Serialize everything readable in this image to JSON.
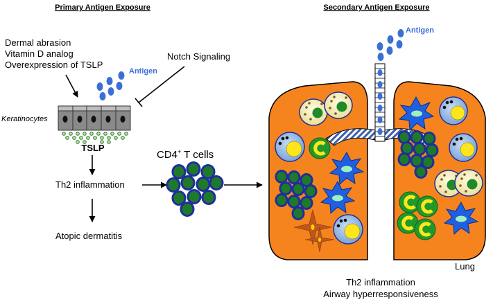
{
  "diagram": {
    "primary_heading": "Primary Antigen Exposure",
    "secondary_heading": "Secondary Antigen Exposure",
    "triggers": [
      "Dermal abrasion",
      "Vitamin D analog",
      "Overexpression of TSLP"
    ],
    "notch_label": "Notch Signaling",
    "antigen_label_left": "Antigen",
    "antigen_label_right": "Antigen",
    "keratinocytes_label": "Keratinocytes",
    "tslp_label": "TSLP",
    "th2_inflammation_label": "Th2 inflammation",
    "atopic_dermatitis_label": "Atopic dermatitis",
    "cd4_label": "CD4",
    "cd4_superscript": "+",
    "cd4_suffix": " T cells",
    "lung_label": "Lung",
    "outcome_lines": [
      "Th2 inflammation",
      "Airway hyperresponsiveness"
    ]
  },
  "colors": {
    "antigen": "#3b6fd8",
    "lung": "#f5841f",
    "tcell_outer": "#1f2f9a",
    "tcell_inner": "#1e7a2a",
    "eosinophil": "#f7efb8",
    "dendritic": "#1f5fe0",
    "mast_cell": "#8fb4e0",
    "macrophage": "#1f9a2a",
    "smooth_muscle": "#c0561a"
  }
}
